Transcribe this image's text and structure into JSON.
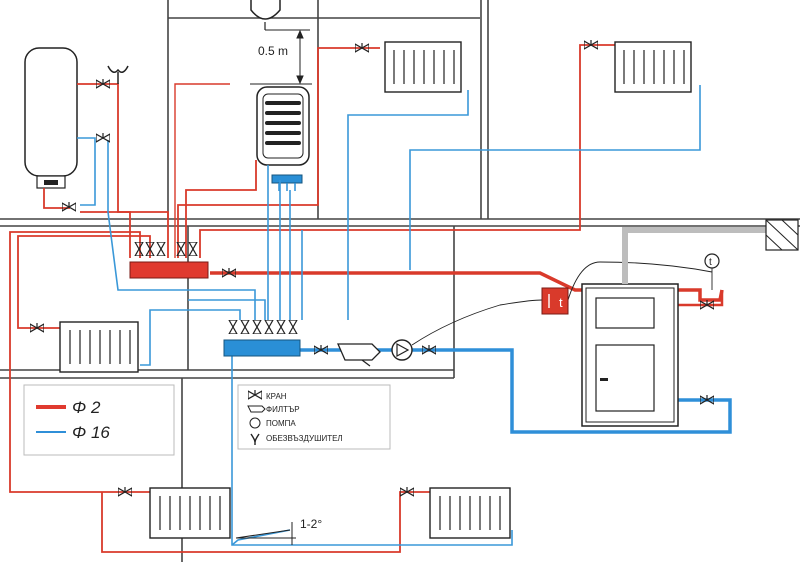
{
  "annotations": {
    "height_label": "0.5 m",
    "slope_label": "1-2°",
    "thermo_label": "t",
    "valve_symbol_label": "t"
  },
  "legend_pipes": [
    {
      "label": "Φ 2",
      "color": "#e03a2f"
    },
    {
      "label": "Φ 16",
      "color": "#2f8fd8"
    }
  ],
  "legend_symbols": [
    {
      "icon": "valve-icon",
      "label": "КРАН"
    },
    {
      "icon": "filter-icon",
      "label": "ФИЛТЪР"
    },
    {
      "icon": "pump-icon",
      "label": "ПОМПА"
    },
    {
      "icon": "air-vent-icon",
      "label": "ОБЕЗВЪЗДУШИТЕЛ"
    }
  ],
  "colors": {
    "hot_pipe": "#d93a2b",
    "cold_pipe": "#3a98d8",
    "wall": "#444444",
    "manifold_hot": "#e03a2f",
    "manifold_cold": "#2a8fd6",
    "chimney": "#bdbdbd"
  }
}
